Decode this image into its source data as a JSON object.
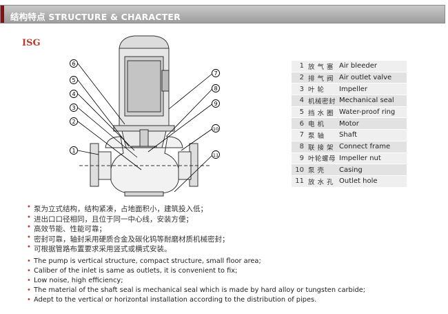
{
  "header": {
    "title": "结构特点 STRUCTURE & CHARACTER",
    "accent_color": "#7d1518"
  },
  "model_label": "ISG",
  "diagram": {
    "callout_numbers": [
      "1",
      "2",
      "3",
      "4",
      "5",
      "6",
      "7",
      "8",
      "9",
      "10",
      "11"
    ]
  },
  "parts": [
    {
      "num": "1",
      "cn": "放 气 塞",
      "en": "Air bleeder"
    },
    {
      "num": "2",
      "cn": "排 气 阀",
      "en": "Air outlet valve"
    },
    {
      "num": "3",
      "cn": "叶   轮",
      "en": "Impeller"
    },
    {
      "num": "4",
      "cn": "机械密封",
      "en": "Mechanical seal"
    },
    {
      "num": "5",
      "cn": "挡 水 圈",
      "en": "Water-proof ring"
    },
    {
      "num": "6",
      "cn": "电   机",
      "en": "Motor"
    },
    {
      "num": "7",
      "cn": "泵   轴",
      "en": "Shaft"
    },
    {
      "num": "8",
      "cn": "联 接 架",
      "en": "Connect frame"
    },
    {
      "num": "9",
      "cn": "叶轮螺母",
      "en": "Impeller nut"
    },
    {
      "num": "10",
      "cn": "泵   壳",
      "en": "Casing"
    },
    {
      "num": "11",
      "cn": "放 水 孔",
      "en": "Outlet hole"
    }
  ],
  "features_cn": [
    "泵为立式结构，结构紧凑，占地面积小，建筑投入低；",
    "进出口口径相同，且位于同一中心线，安装方便；",
    "高效节能、性能可靠；",
    "密封可靠，轴封采用硬质合金及碳化钨等耐磨材质机械密封；",
    "可根据管路布置要求采用竖式或横式安装。"
  ],
  "features_en": [
    "The pump is vertical structure, compact structure, small floor area;",
    "Caliber of the inlet is same as outlets, it is convenient to fix;",
    "Low noise, high efficiency;",
    "The material of the shaft seal is mechanical seal which is made by hard alloy or tungsten carbide;",
    "Adept to the vertical or horizontal installation according to the distribution of pipes."
  ],
  "bullet_char": "•",
  "bullet_color": "#c0392b"
}
